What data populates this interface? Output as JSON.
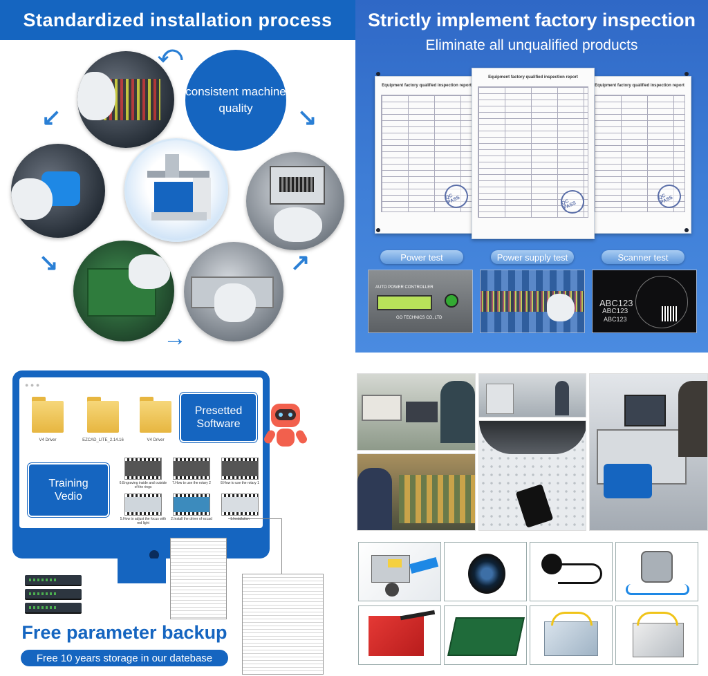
{
  "quadrant1": {
    "title": "Standardized  installation  process",
    "circle_text": "consistent machine quality",
    "arrow_color": "#2a7fd5"
  },
  "quadrant2": {
    "title": "Strictly implement factory inspection",
    "subtitle": "Eliminate all  unqualified products",
    "report_title": "Equipment factory qualified inspection report",
    "stamp_text": "QC PASS",
    "tests": [
      "Power  test",
      "Power supply test",
      "Scanner test"
    ],
    "power_controller_label": "AUTO POWER CONTROLLER",
    "power_controller_brand": "GO TECHNICS CO.,LTD",
    "scanner_text": [
      "ABC123",
      "ABC123",
      "ABC123"
    ]
  },
  "quadrant3": {
    "folders": [
      {
        "label": "V4 Driver"
      },
      {
        "label": "EZCAD_LITE_2.14.16"
      },
      {
        "label": "V4 Driver"
      }
    ],
    "presetted_software": "Presetted Software",
    "training_video": "Training Vedio",
    "videos": [
      {
        "label": "6.Engraving inside and outside of the rings"
      },
      {
        "label": "7.How to use the rotary 2"
      },
      {
        "label": "8.How to use the rotary 1"
      },
      {
        "label": "5.How to adjust the focus with red light"
      },
      {
        "label": "2.Install the driver of ezcad"
      },
      {
        "label": "1.Installation"
      }
    ],
    "backup_title": "Free parameter backup",
    "backup_subtitle": "Free 10 years storage in our datebase",
    "brand_color": "#1565c0"
  }
}
